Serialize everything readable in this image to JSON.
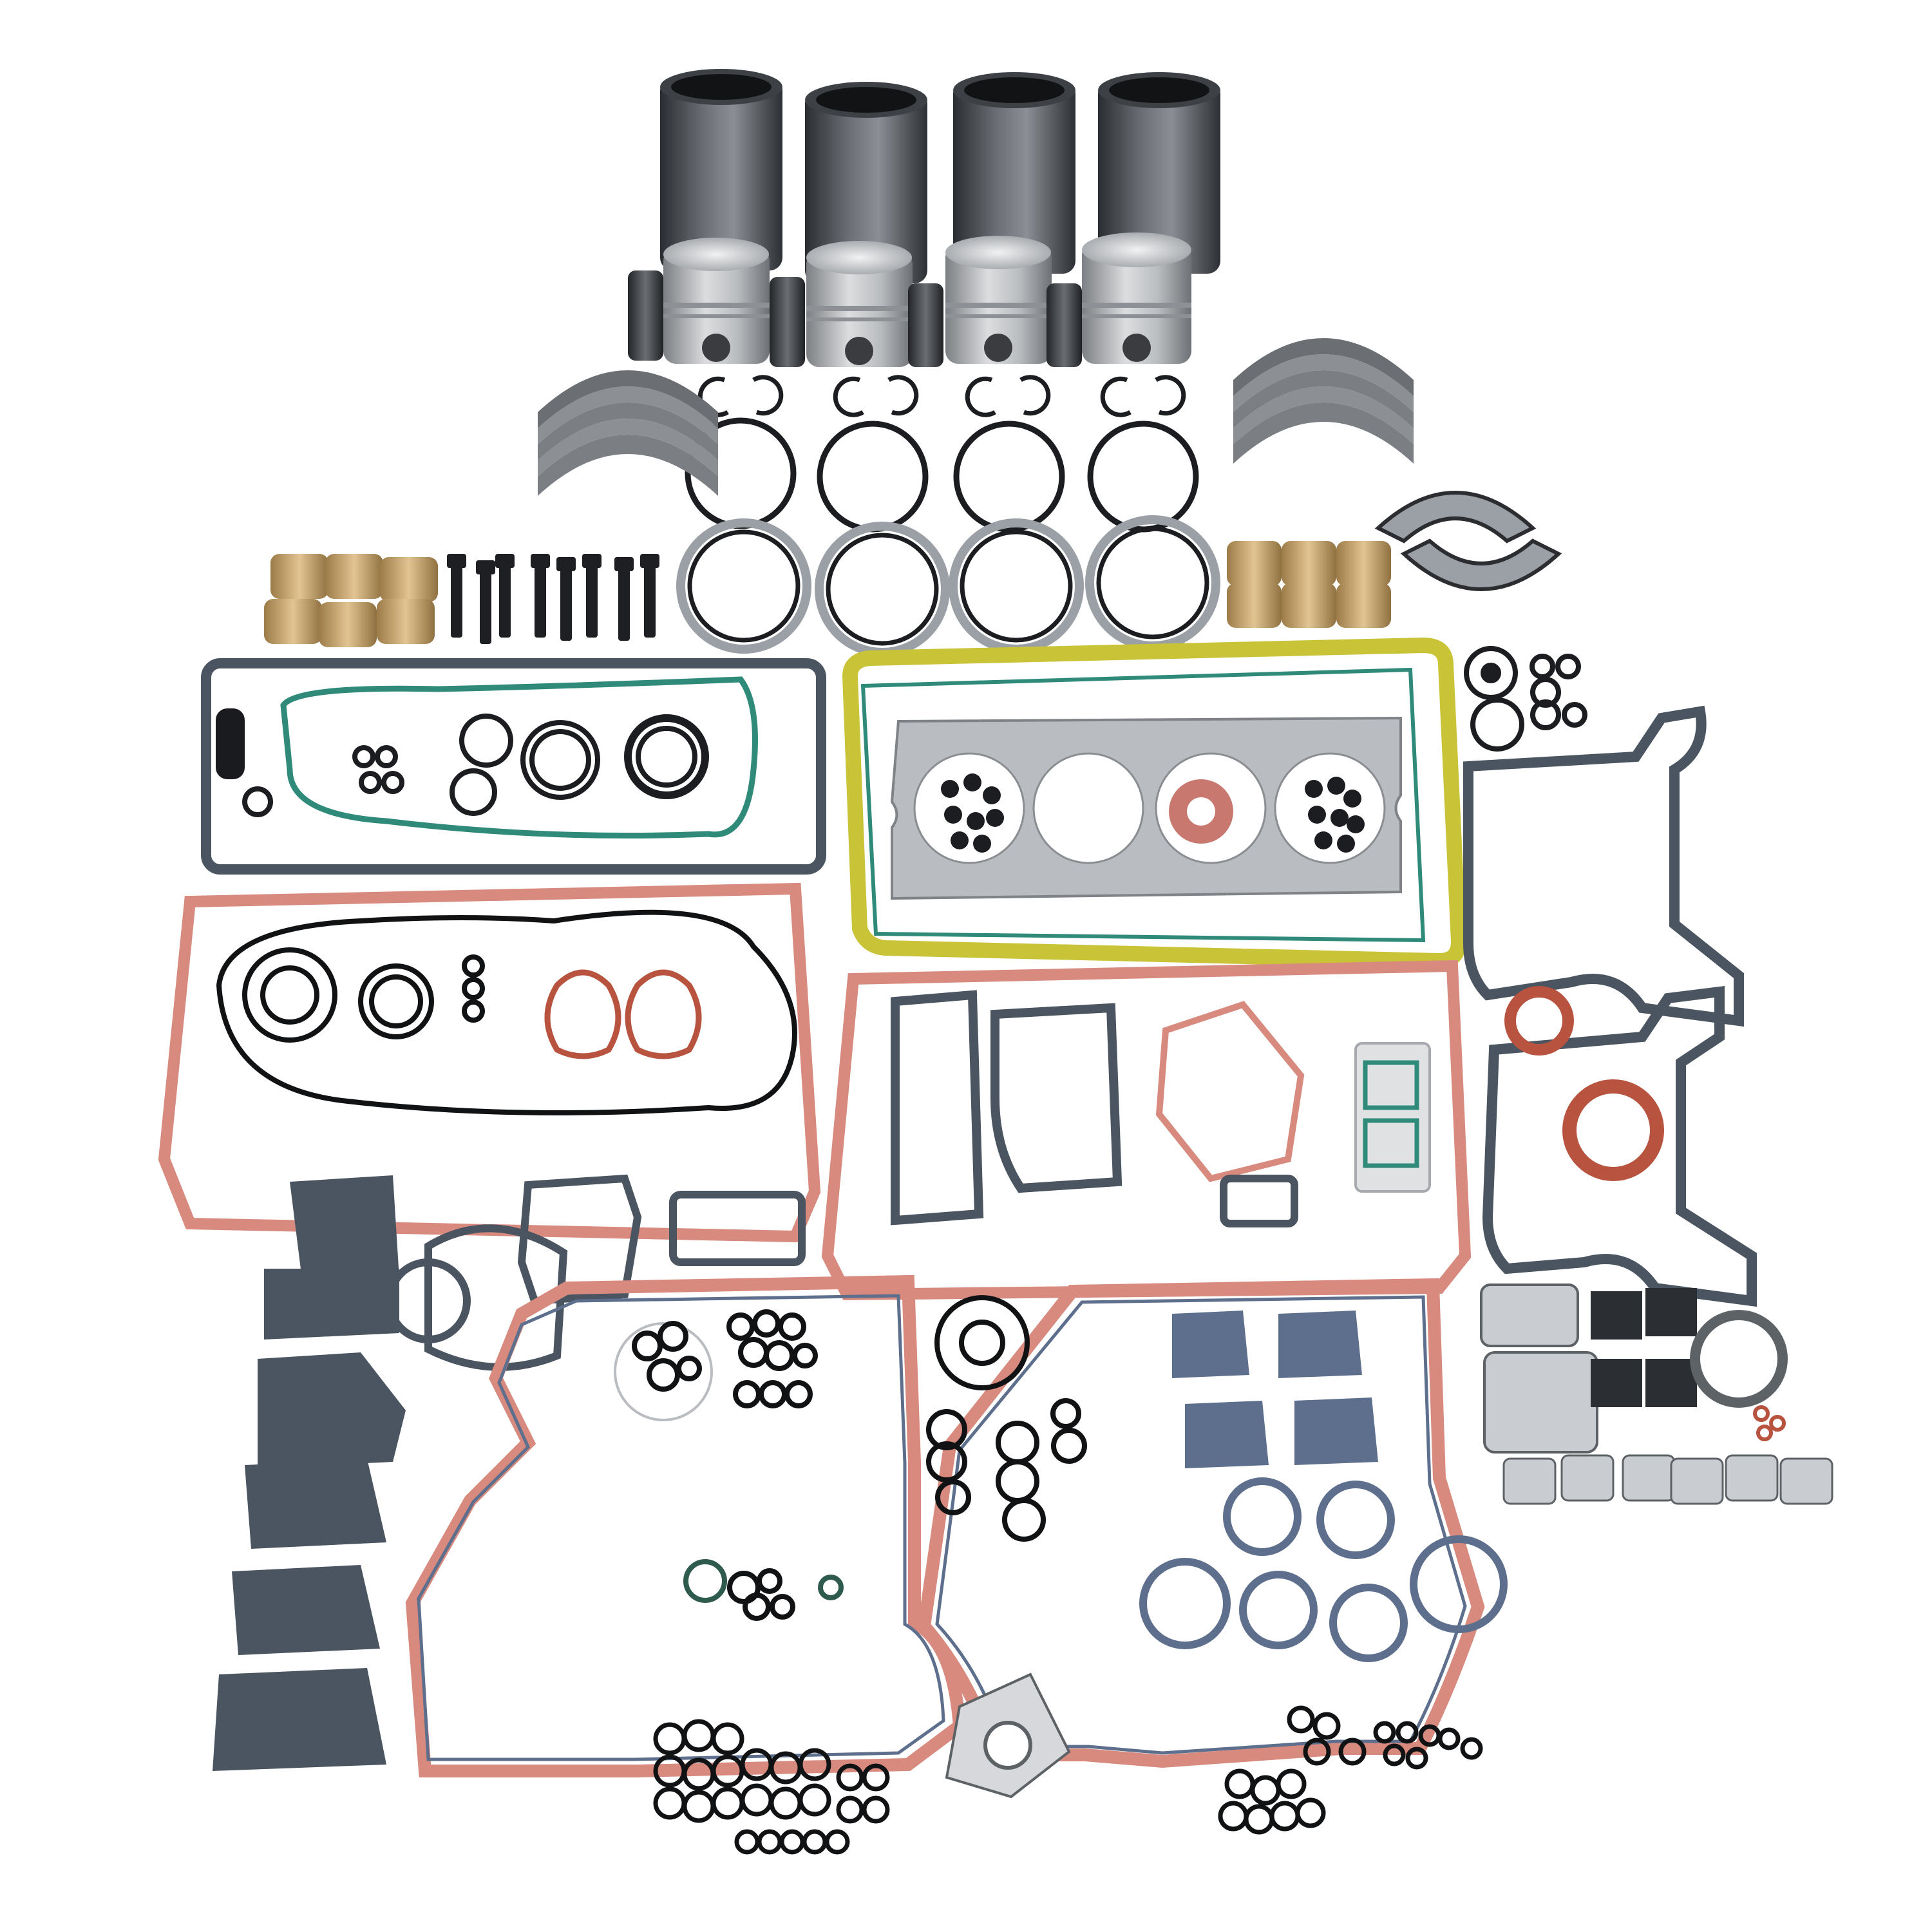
{
  "image": {
    "description_visible_text": "",
    "background_color": "#ffffff"
  },
  "palette": {
    "liner_dark": "#2f3237",
    "liner_mid": "#5c6066",
    "piston_light": "#d9dadc",
    "piston_mid": "#a7aaad",
    "piston_dark": "#6f7276",
    "ring_dark": "#1b1d20",
    "ring_silver": "#9aa0a6",
    "bearing_bronze": "#c9a46b",
    "bearing_steel": "#7b7f84",
    "gasket_gray": "#4b5561",
    "gasket_green": "#2f8a7a",
    "gasket_yellow": "#c9c437",
    "gasket_red": "#c9786f",
    "gasket_salmon": "#d88a7e",
    "head_gasket": "#b9bcc0",
    "blue_gasket": "#5d6f8d",
    "seal_red": "#b8533f",
    "bolt_black": "#1e1f22",
    "oring_black": "#111214"
  },
  "components": {
    "cylinder_liners": 4,
    "pistons": 4,
    "piston_pins": 4,
    "piston_ring_sets": 4,
    "seal_ring_sets": 4,
    "bolts": 8
  }
}
